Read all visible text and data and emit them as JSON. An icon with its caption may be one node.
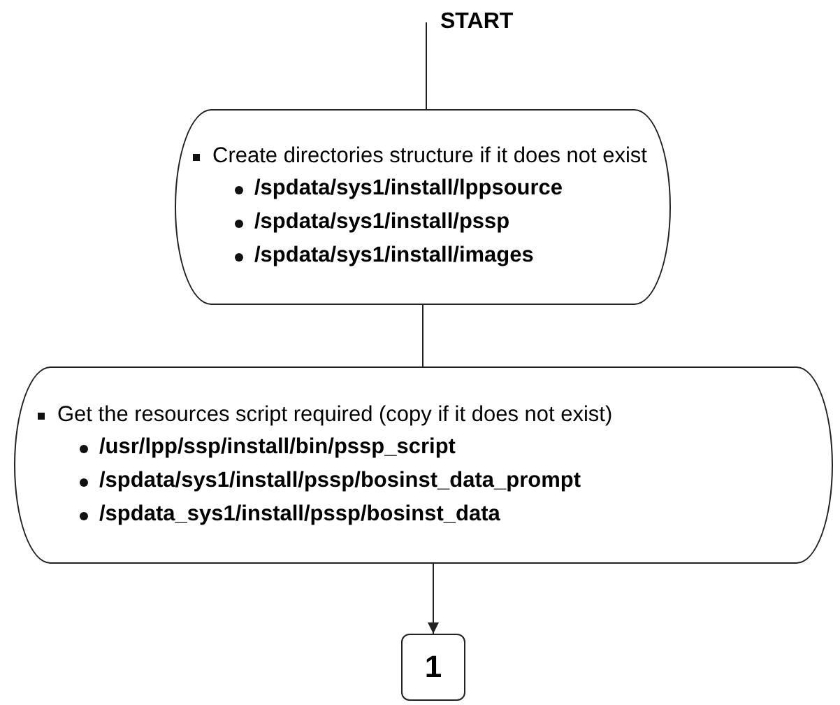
{
  "diagram": {
    "nodes": [
      {
        "text": [
          "START"
        ]
      },
      {
        "text": [
          "Create directories structure if it does not exist",
          "/spdata/sys1/install/lppsource",
          "/spdata/sys1/install/pssp",
          "/spdata/sys1/install/images"
        ]
      },
      {
        "text": [
          "Get the resources script required (copy if it does not exist)",
          "/usr/lpp/ssp/install/bin/pssp_script",
          "/spdata/sys1/install/pssp/bosinst_data_prompt",
          "/spdata_sys1/install/pssp/bosinst_data"
        ]
      },
      {
        "text": [
          "1"
        ]
      }
    ],
    "edges": [
      {
        "from": 0,
        "to": 1,
        "arrow": "none"
      },
      {
        "from": 1,
        "to": 2,
        "arrow": "none"
      },
      {
        "from": 2,
        "to": 3,
        "arrow": "to"
      }
    ]
  }
}
